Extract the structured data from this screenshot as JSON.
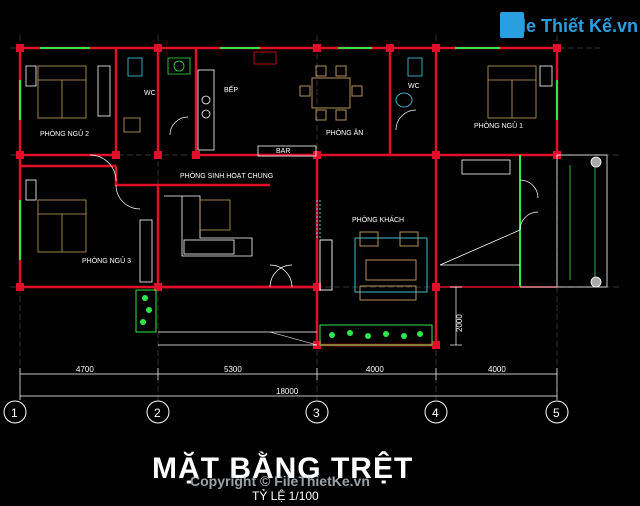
{
  "logo": {
    "text": "File Thiết Kế.vn"
  },
  "title": "MẶT BẰNG TRỆT",
  "scale": "TỶ LỆ 1/100",
  "watermark": "Copyright © FileThietKe.vn",
  "rooms": {
    "wc_left": "WC",
    "bep": "BẾP",
    "phong_an": "PHÒNG ĂN",
    "wc_right": "WC",
    "phong_ngu_1": "PHÒNG NGỦ 1",
    "phong_ngu_2": "PHÒNG NGỦ 2",
    "bar": "BAR",
    "phong_sinh_hoat_chung": "PHÒNG SINH HOẠT CHUNG",
    "phong_khach": "PHÒNG KHÁCH",
    "phong_ngu_3": "PHÒNG NGỦ 3"
  },
  "dimensions": {
    "d1": "4700",
    "d2": "5300",
    "d3": "4000",
    "d4": "4000",
    "total": "18000",
    "side": "2000"
  },
  "axes": [
    "1",
    "2",
    "3",
    "4",
    "5"
  ],
  "colors": {
    "background": "#000000",
    "wall": "#e0102a",
    "line": "#ffffff",
    "green": "#2ee84a",
    "cyan": "#48d0e8",
    "furniture": "#c9a060",
    "grid": "#4a4a4a"
  }
}
